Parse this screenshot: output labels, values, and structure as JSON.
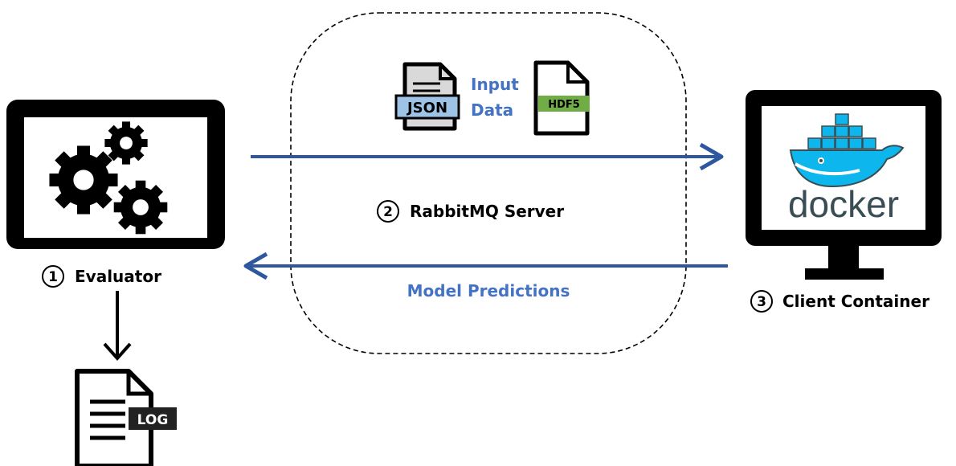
{
  "evaluator": {
    "number": "1",
    "label": "Evaluator"
  },
  "server": {
    "number": "2",
    "label": "RabbitMQ Server"
  },
  "client": {
    "number": "3",
    "label": "Client Container"
  },
  "input_data": {
    "line1": "Input",
    "line2": "Data"
  },
  "json_file": {
    "label": "JSON"
  },
  "hdf5_file": {
    "label": "HDF5"
  },
  "model_predictions": {
    "label": "Model Predictions"
  },
  "log_file": {
    "label": "LOG"
  },
  "docker_logo": {
    "text": "docker"
  },
  "colors": {
    "arrow": "#2f57a0",
    "accent_text": "#4472c4",
    "black": "#000000",
    "json_fill": "#9dc3e6",
    "hdf5_fill": "#70ad47",
    "docker_blue": "#0db7ed",
    "docker_text": "#384d54"
  }
}
